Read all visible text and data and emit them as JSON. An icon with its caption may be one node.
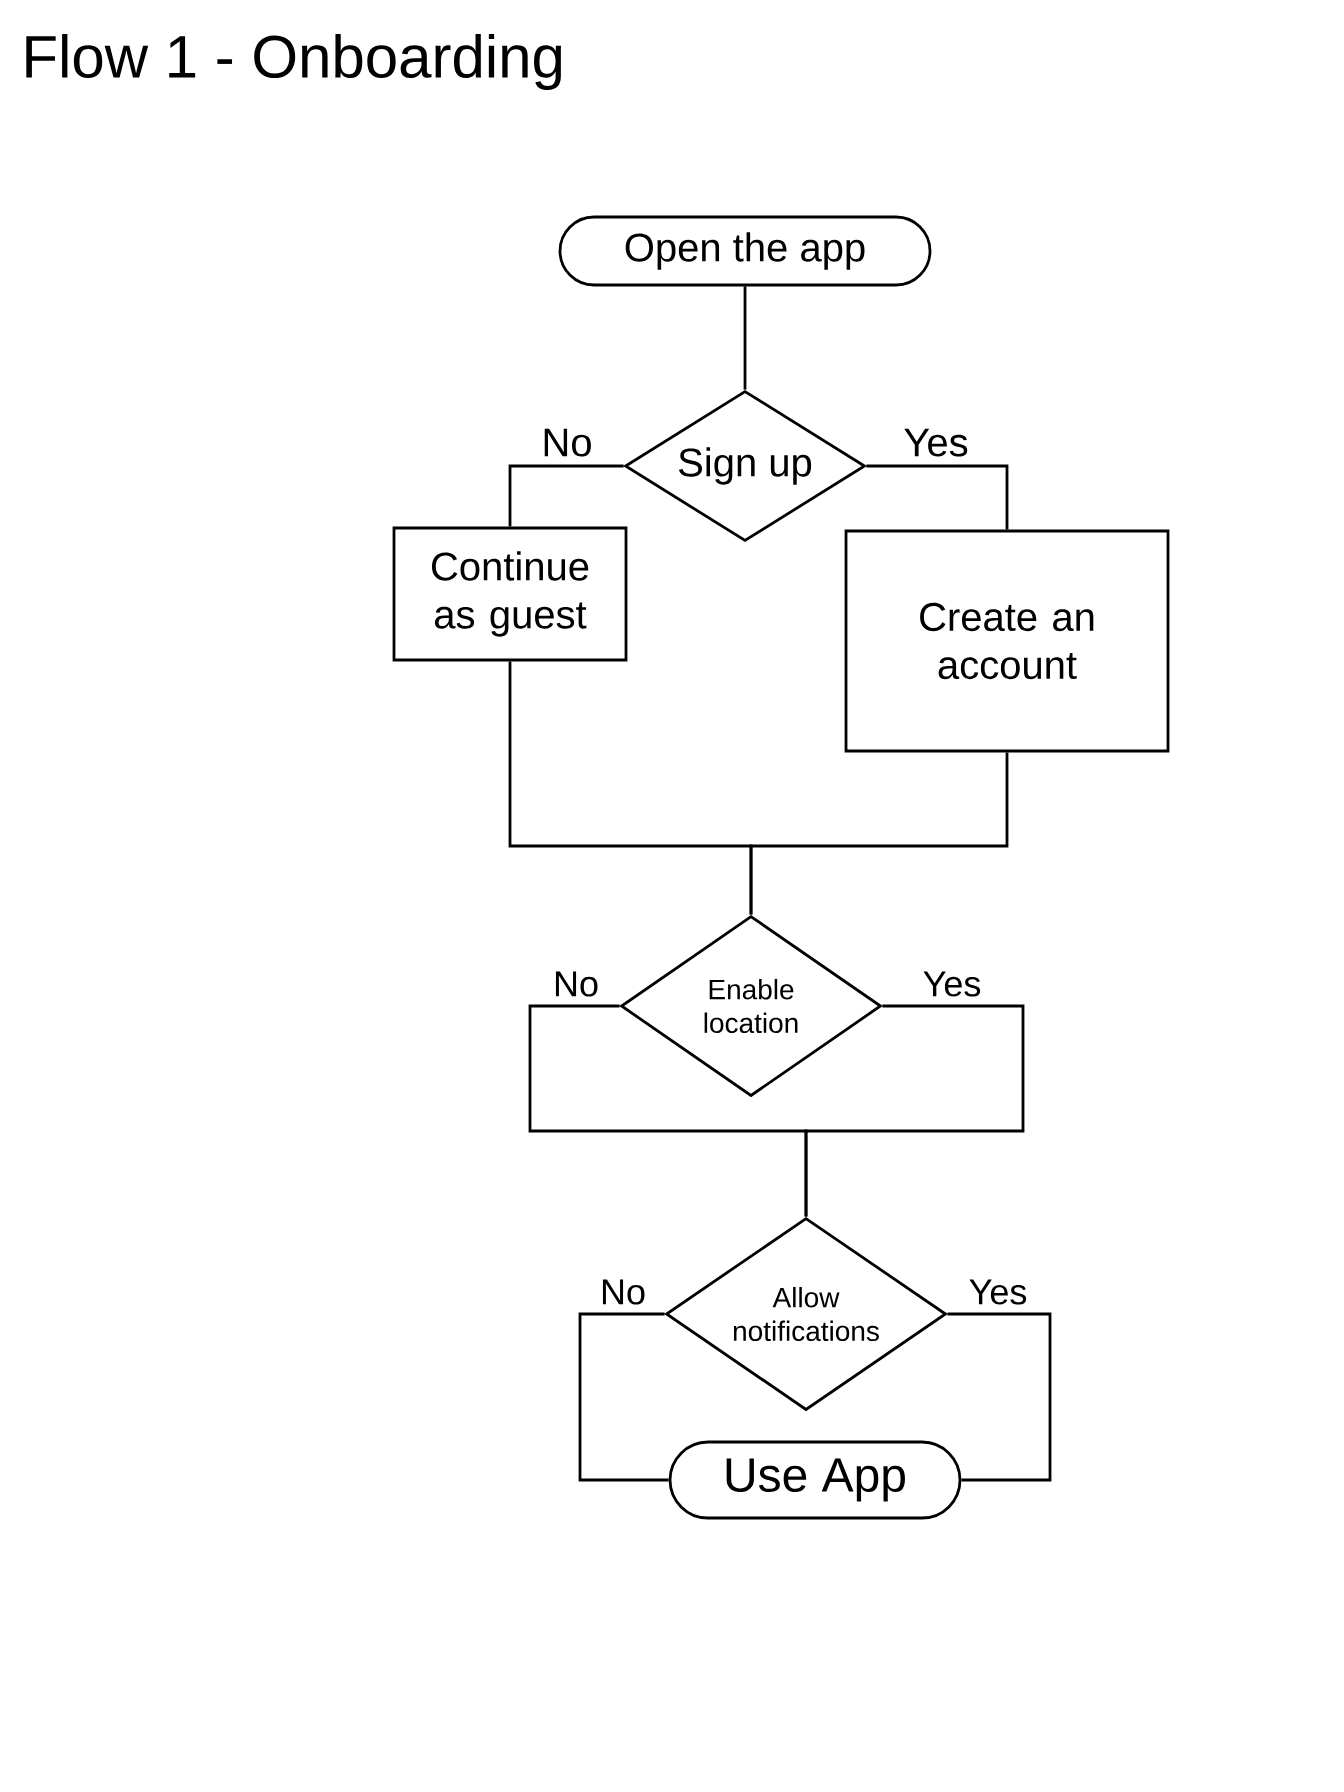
{
  "diagram": {
    "title": "Flow 1 - Onboarding",
    "nodes": [
      {
        "text": [
          "Open the app"
        ]
      },
      {
        "text": [
          "Sign up"
        ]
      },
      {
        "text": [
          "Continue as guest"
        ]
      },
      {
        "text": [
          "Create an account"
        ]
      },
      {
        "text": [
          "Enable location"
        ]
      },
      {
        "text": [
          "Allow notifications"
        ]
      },
      {
        "text": [
          "Use App"
        ]
      }
    ],
    "edges": [
      {
        "from": 0,
        "to": 1,
        "arrow": "none"
      },
      {
        "from": 1,
        "to": 2,
        "arrow": "none",
        "label": "No"
      },
      {
        "from": 1,
        "to": 3,
        "arrow": "none",
        "label": "Yes"
      },
      {
        "from": 2,
        "to": 4,
        "arrow": "none"
      },
      {
        "from": 3,
        "to": 4,
        "arrow": "none"
      },
      {
        "from": 4,
        "to": 5,
        "arrow": "none",
        "label": "No"
      },
      {
        "from": 4,
        "to": 5,
        "arrow": "none",
        "label": "Yes"
      },
      {
        "from": 5,
        "to": 6,
        "arrow": "none",
        "label": "No"
      },
      {
        "from": 5,
        "to": 6,
        "arrow": "none",
        "label": "Yes"
      }
    ]
  }
}
